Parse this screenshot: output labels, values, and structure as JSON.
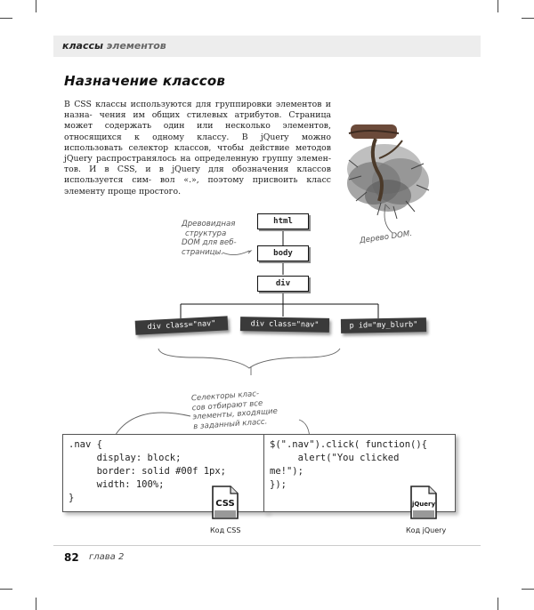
{
  "header": {
    "section_bold": "классы",
    "section_rest": "элементов"
  },
  "title": "Назначение классов",
  "paragraph": [
    "В CSS классы используются для группировки элементов и назна-",
    "чения им общих стилевых атрибутов. Страница может содержать",
    "один или несколько элементов, относящихся к одному классу.",
    "В jQuery можно использовать селектор классов, чтобы действие",
    "методов jQuery распространялось на определенную группу элемен-",
    "тов. И в CSS, и в jQuery для обозначения классов используется сим-",
    "вол «.», поэтому присвоить класс элементу проще простого."
  ],
  "tree_note": [
    "Древовидная",
    "структура",
    "DOM для веб-",
    "страницы."
  ],
  "dom_note": "Дерево DOM.",
  "nodes": {
    "html": "html",
    "body": "body",
    "div": "div",
    "nav1": "div class=\"nav\"",
    "nav2": "div class=\"nav\"",
    "blurb": "p id=\"my_blurb\""
  },
  "selector_note": [
    "Селекторы клас-",
    "сов отбирают все",
    "элементы, входящие",
    "в заданный класс."
  ],
  "css_code": [
    ".nav {",
    "     display: block;",
    "     border: solid #00f 1px;",
    "     width: 100%;",
    "}"
  ],
  "jquery_code": [
    "$(\".nav\").click( function(){",
    "     alert(\"You clicked",
    "me!\");",
    "});"
  ],
  "css_icon_label": "CSS",
  "jquery_icon_label": "jQuery",
  "css_caption": "Код CSS",
  "jquery_caption": "Код jQuery",
  "footer": {
    "page": "82",
    "chapter": "глава 2"
  }
}
